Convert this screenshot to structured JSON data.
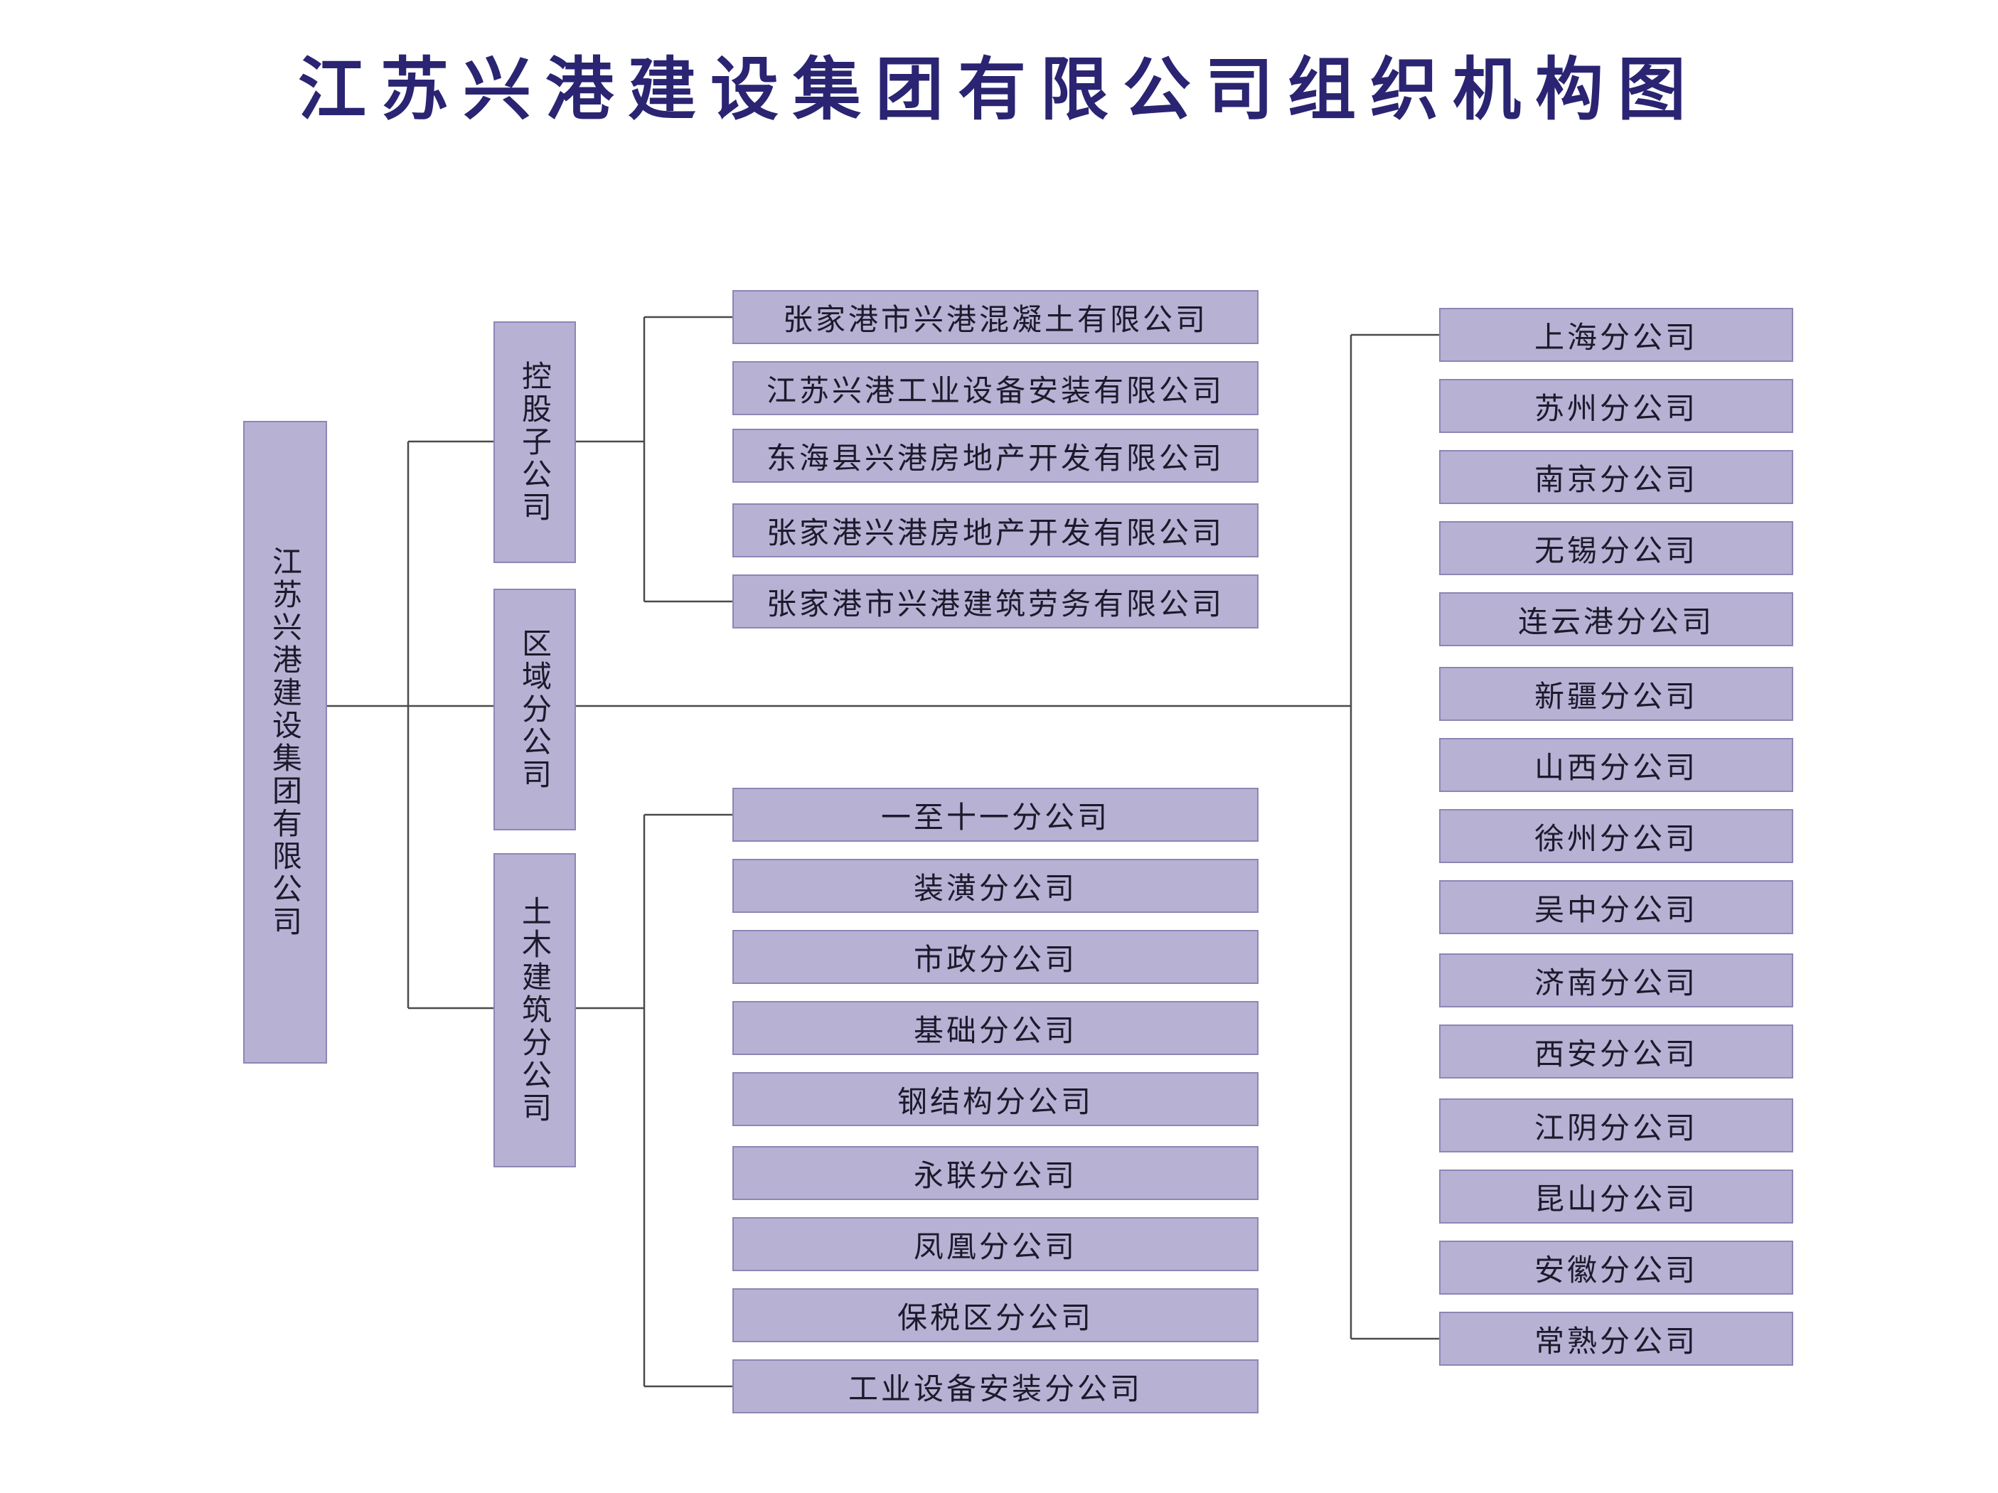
{
  "title": "江苏兴港建设集团有限公司组织机构图",
  "root": {
    "label": "江苏兴港建设集团有限公司"
  },
  "groups": {
    "holding": {
      "label": "控股子公司",
      "children": [
        "张家港市兴港混凝土有限公司",
        "江苏兴港工业设备安装有限公司",
        "东海县兴港房地产开发有限公司",
        "张家港兴港房地产开发有限公司",
        "张家港市兴港建筑劳务有限公司"
      ]
    },
    "regional": {
      "label": "区域分公司",
      "children": [
        "上海分公司",
        "苏州分公司",
        "南京分公司",
        "无锡分公司",
        "连云港分公司",
        "新疆分公司",
        "山西分公司",
        "徐州分公司",
        "吴中分公司",
        "济南分公司",
        "西安分公司",
        "江阴分公司",
        "昆山分公司",
        "安徽分公司",
        "常熟分公司"
      ]
    },
    "civil": {
      "label": "土木建筑分公司",
      "children": [
        "一至十一分公司",
        "装潢分公司",
        "市政分公司",
        "基础分公司",
        "钢结构分公司",
        "永联分公司",
        "凤凰分公司",
        "保税区分公司",
        "工业设备安装分公司"
      ]
    }
  },
  "colors": {
    "box_fill": "#b7b1d4",
    "box_border": "#8d86b5",
    "title": "#2a2472",
    "line": "#4a4a4a"
  }
}
